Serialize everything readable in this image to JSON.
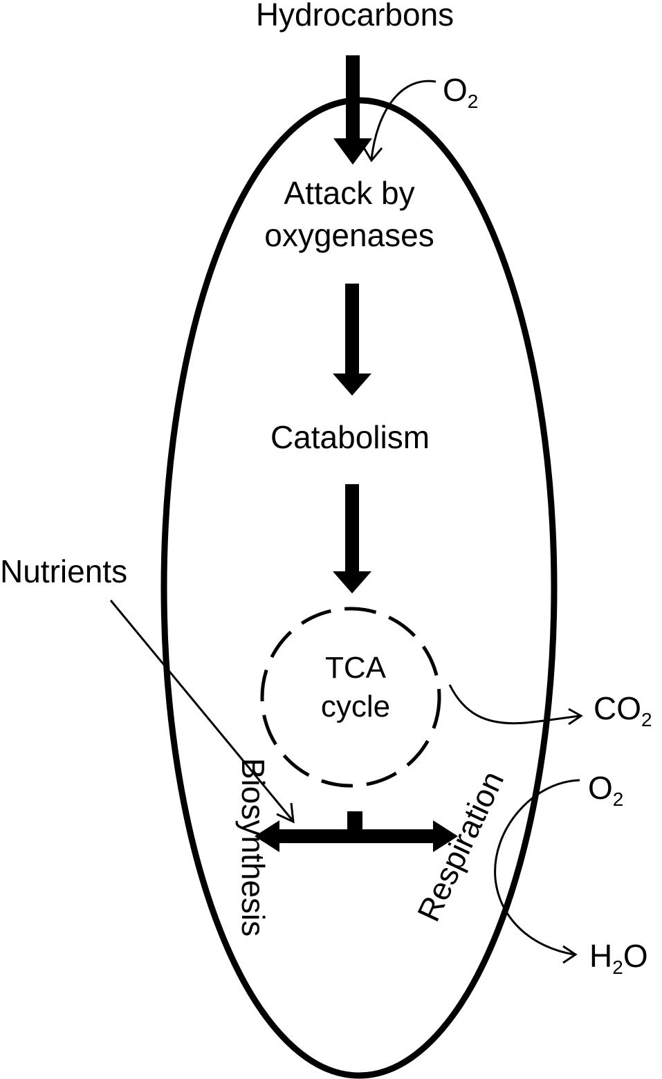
{
  "labels": {
    "hydrocarbons": "Hydrocarbons",
    "o2_top": "O",
    "o2_top_sub": "2",
    "attack_line1": "Attack by",
    "attack_line2": "oxygenases",
    "catabolism": "Catabolism",
    "nutrients": "Nutrients",
    "tca_line1": "TCA",
    "tca_line2": "cycle",
    "co2_main": "CO",
    "co2_sub": "2",
    "o2_right": "O",
    "o2_right_sub": "2",
    "h2o_h": "H",
    "h2o_sub": "2",
    "h2o_o": "O",
    "biosynthesis": "Biosynthesis",
    "respiration": "Respiration"
  },
  "colors": {
    "ink": "#000000",
    "background": "#ffffff"
  }
}
